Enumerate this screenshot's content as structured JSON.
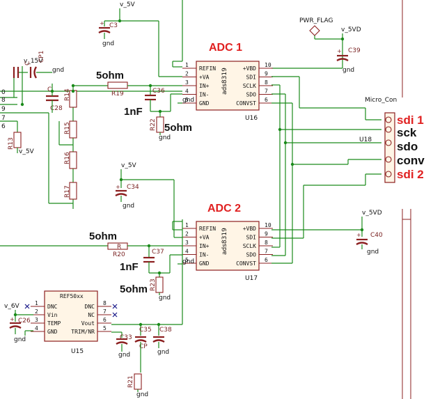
{
  "adc1": {
    "title": "ADC 1",
    "ref": "U16",
    "part": "ads8319",
    "left_pins": [
      {
        "n": "1",
        "name": "REFIN"
      },
      {
        "n": "2",
        "name": "+VA"
      },
      {
        "n": "3",
        "name": "IN+"
      },
      {
        "n": "4",
        "name": "IN-"
      },
      {
        "n": "5",
        "name": "GND"
      }
    ],
    "right_pins": [
      {
        "n": "10",
        "name": "+VBD"
      },
      {
        "n": "9",
        "name": "SDI"
      },
      {
        "n": "8",
        "name": "SCLK"
      },
      {
        "n": "7",
        "name": "SDO"
      },
      {
        "n": "6",
        "name": "CONVST"
      }
    ]
  },
  "adc2": {
    "title": "ADC 2",
    "ref": "U17",
    "part": "ads8319",
    "left_pins": [
      {
        "n": "1",
        "name": "REFIN"
      },
      {
        "n": "2",
        "name": "+VA"
      },
      {
        "n": "3",
        "name": "IN+"
      },
      {
        "n": "4",
        "name": "IN-"
      },
      {
        "n": "5",
        "name": "GND"
      }
    ],
    "right_pins": [
      {
        "n": "10",
        "name": "+VBD"
      },
      {
        "n": "9",
        "name": "SDI"
      },
      {
        "n": "8",
        "name": "SCLK"
      },
      {
        "n": "7",
        "name": "SDO"
      },
      {
        "n": "6",
        "name": "CONVST"
      }
    ]
  },
  "ref": {
    "title": "REF50xx",
    "ref": "U15",
    "left_pins": [
      {
        "n": "1",
        "name": "DNC"
      },
      {
        "n": "2",
        "name": "Vin"
      },
      {
        "n": "3",
        "name": "TEMP"
      },
      {
        "n": "4",
        "name": "GND"
      }
    ],
    "right_pins": [
      {
        "n": "8",
        "name": "DNC"
      },
      {
        "n": "7",
        "name": "NC"
      },
      {
        "n": "6",
        "name": "Vout"
      },
      {
        "n": "5",
        "name": "TRIM/NR"
      }
    ]
  },
  "connector": {
    "name": "Micro_Con",
    "ref": "U18"
  },
  "signals": [
    {
      "label": "sdi 1",
      "highlight": true
    },
    {
      "label": "sck",
      "highlight": false
    },
    {
      "label": "sdo",
      "highlight": false
    },
    {
      "label": "conv",
      "highlight": false
    },
    {
      "label": "sdi 2",
      "highlight": true
    }
  ],
  "annotations": {
    "r1": "5ohm",
    "c1": "1nF",
    "r2": "5ohm",
    "r3": "5ohm",
    "c2": "1nF",
    "r4": "5ohm"
  },
  "labels": {
    "r19": "R19",
    "r20": "R20",
    "r22": "R22",
    "r23": "R23",
    "r21": "R21",
    "r13": "R13",
    "r14": "R14",
    "r15": "R15",
    "r16": "R16",
    "r17": "R17",
    "r": "R",
    "c36": "C36",
    "c37": "C37",
    "c3": "C3",
    "c34": "C34",
    "c39": "C39",
    "c40": "C40",
    "c38": "C38",
    "c35": "C35",
    "c33": "C33",
    "c26": "C26",
    "c28": "C28",
    "c": "C",
    "cp": "CP",
    "cp1": "CP1",
    "c_plus": "C",
    "gnd": "gnd",
    "pwr_flag": "PWR_FLAG"
  },
  "nets": {
    "v5v": "v_5V",
    "v5vd": "v_5VD",
    "v15v": "v_15V",
    "v6v": "v_6V",
    "vn5v": "v_5V"
  },
  "edge": [
    "0",
    "8",
    "9",
    "7",
    "6"
  ]
}
